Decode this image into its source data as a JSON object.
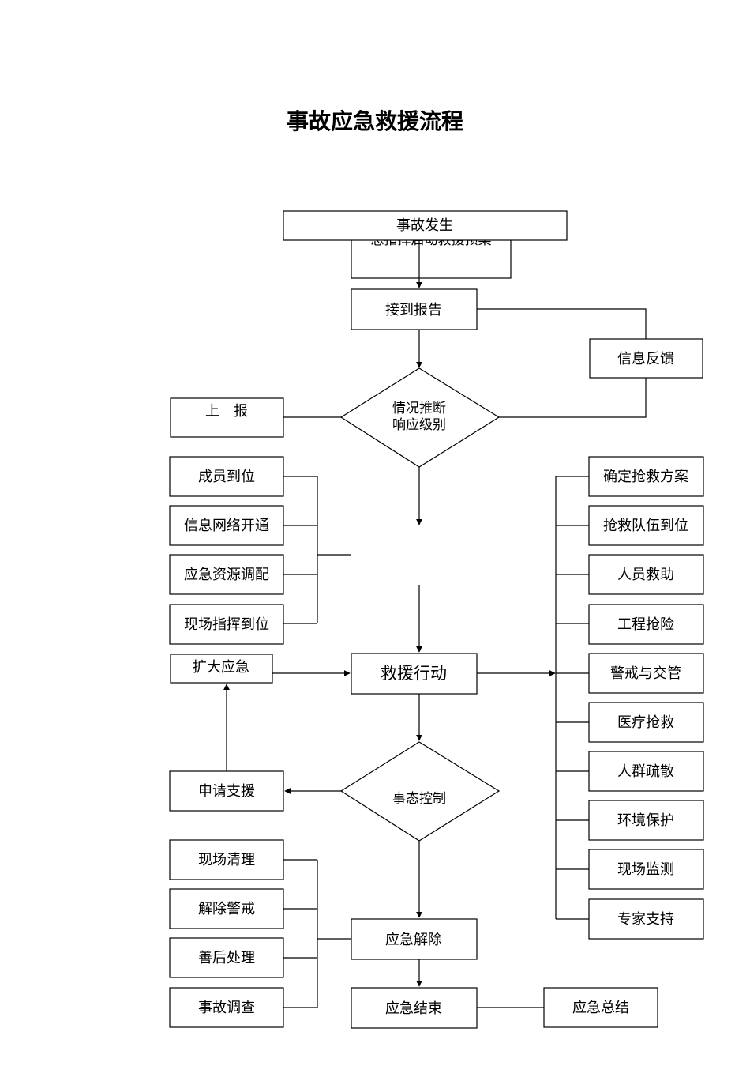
{
  "title": "事故应急救援流程",
  "nodes": {
    "start": "事故发生",
    "hidden_behind": "总指挥启动救援预案",
    "receive_report": "接到报告",
    "info_feedback": "信息反馈",
    "report_up": "上　报",
    "judge_line1": "情况推断",
    "judge_line2": "响应级别",
    "expand": "扩大应急",
    "rescue_action": "救援行动",
    "state_control": "事态控制",
    "request_support": "申请支援",
    "release": "应急解除",
    "end": "应急结束",
    "summary": "应急总结"
  },
  "prep_items": [
    "成员到位",
    "信息网络开通",
    "应急资源调配",
    "现场指挥到位"
  ],
  "action_items": [
    "确定抢救方案",
    "抢救队伍到位",
    "人员救助",
    "工程抢险",
    "警戒与交管",
    "医疗抢救",
    "人群疏散",
    "环境保护",
    "现场监测",
    "专家支持"
  ],
  "after_items": [
    "现场清理",
    "解除警戒",
    "善后处理",
    "事故调查"
  ]
}
